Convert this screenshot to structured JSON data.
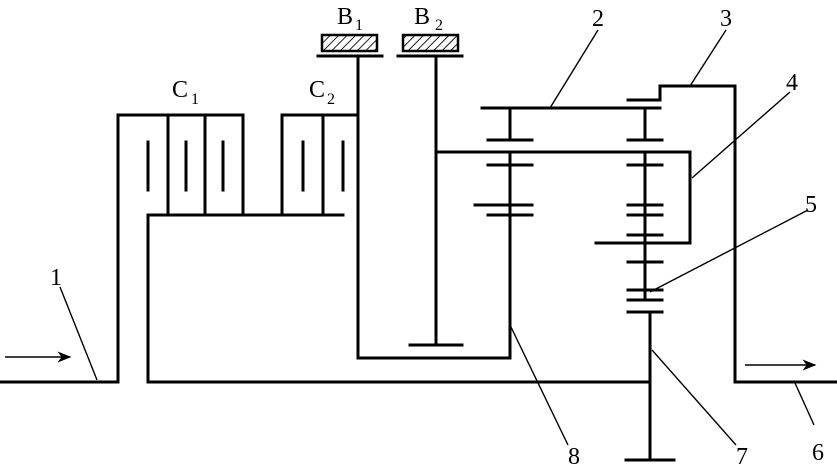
{
  "labels": {
    "shaft_in": "1",
    "ring_gear": "2",
    "output_housing": "3",
    "planet_carrier": "4",
    "planet_small": "5",
    "output_shaft": "6",
    "center_shaft": "7",
    "sun_gear": "8"
  },
  "clutches": {
    "c1": {
      "letter": "C",
      "index": "1"
    },
    "c2": {
      "letter": "C",
      "index": "2"
    }
  },
  "brakes": {
    "b1": {
      "letter": "B",
      "index": "1"
    },
    "b2": {
      "letter": "B",
      "index": "2"
    }
  },
  "colors": {
    "stroke": "#000000",
    "background": "#ffffff"
  }
}
